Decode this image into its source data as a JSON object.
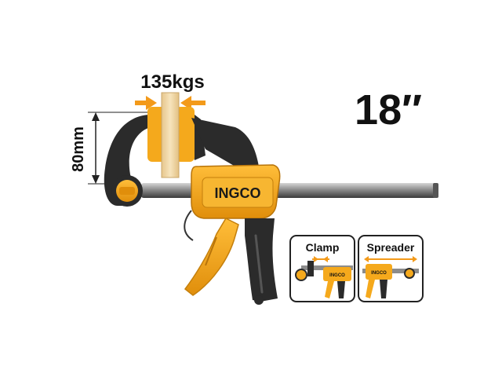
{
  "product": {
    "brand": "INGCO",
    "size": "18″",
    "clamping_force": "135kgs",
    "throat_depth": "80mm"
  },
  "modes": [
    {
      "label": "Clamp",
      "brand": "INGCO"
    },
    {
      "label": "Spreader",
      "brand": "INGCO"
    }
  ],
  "colors": {
    "body_orange": "#f5a91c",
    "handle_black": "#2b2b2b",
    "wood": "#f1d9a9",
    "bar_steel": "#9a9a9a",
    "arrow_orange": "#f39a1a"
  }
}
